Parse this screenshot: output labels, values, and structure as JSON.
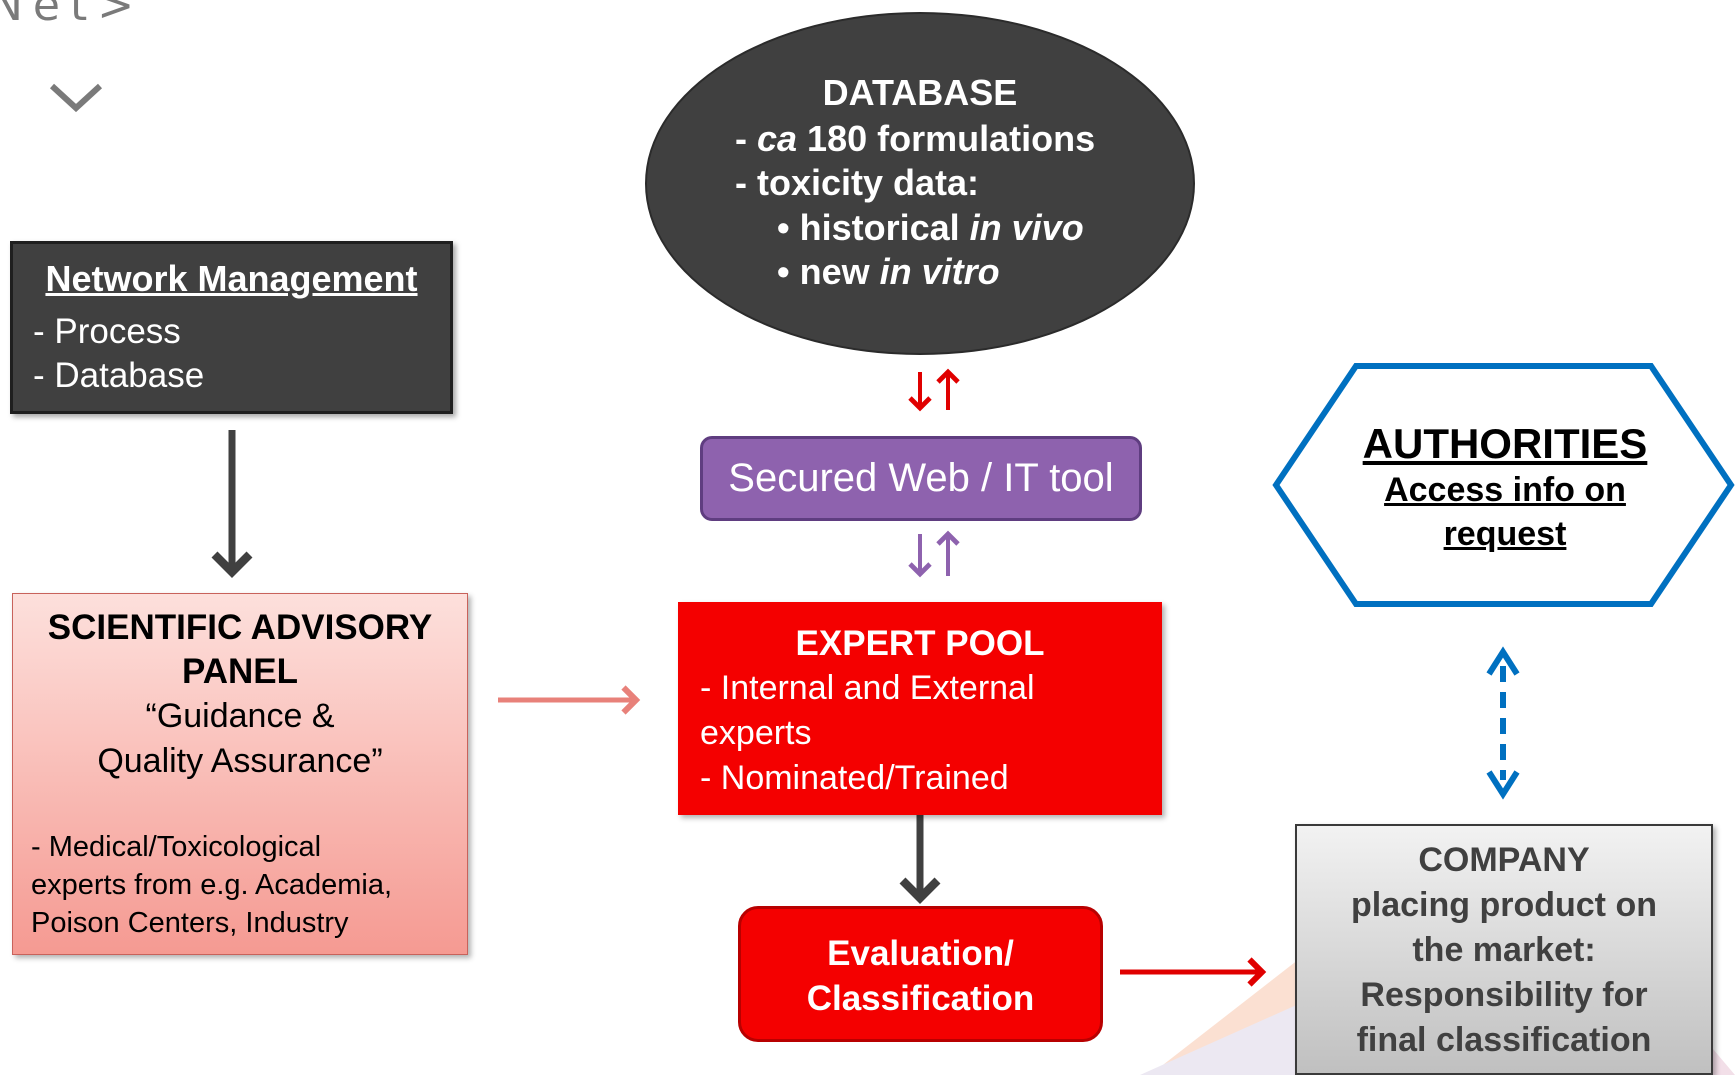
{
  "brand": {
    "text": "Net>"
  },
  "network_management": {
    "title": "Network Management",
    "items": [
      "- Process",
      "- Database"
    ]
  },
  "scientific_panel": {
    "title_lines": [
      "SCIENTIFIC ADVISORY",
      "PANEL"
    ],
    "quote_lines": [
      "“Guidance &",
      "Quality Assurance”"
    ],
    "detail_lines": [
      "- Medical/Toxicological",
      "experts from e.g. Academia,",
      "Poison Centers, Industry"
    ]
  },
  "database": {
    "title": "DATABASE",
    "line1_prefix": "- ",
    "line1_italic": "ca",
    "line1_rest": " 180 formulations",
    "line2": "- toxicity data:",
    "bullet1_plain": "• historical ",
    "bullet1_italic": "in vivo",
    "bullet2_plain": "• new ",
    "bullet2_italic": "in vitro"
  },
  "web_tool": {
    "label": "Secured Web / IT tool"
  },
  "expert_pool": {
    "title": "EXPERT POOL",
    "detail_lines": [
      "- Internal and External",
      "experts",
      "- Nominated/Trained"
    ]
  },
  "evaluation": {
    "lines": [
      "Evaluation/",
      "Classification"
    ]
  },
  "authorities": {
    "title": "AUTHORITIES",
    "subtitle_lines": [
      "Access info on",
      "request"
    ]
  },
  "company": {
    "lines": [
      "COMPANY",
      "placing product on",
      "the market:",
      "Responsibility for",
      "final classification"
    ]
  },
  "colors": {
    "dark_box": "#404040",
    "purple": "#8e62ae",
    "red": "#f40000",
    "blue": "#0070c0",
    "salmon": "#e8817a"
  }
}
